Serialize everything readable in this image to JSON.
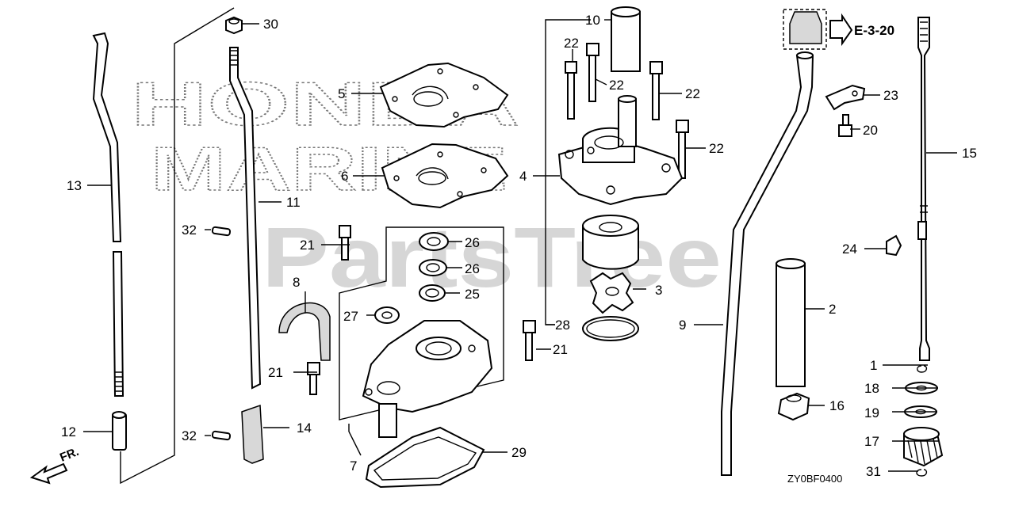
{
  "watermark": {
    "brand_line1": "HONDA",
    "brand_line2": "MARINE",
    "site": "PartsTree"
  },
  "callouts": [
    {
      "id": "c1",
      "label": "1"
    },
    {
      "id": "c2",
      "label": "2"
    },
    {
      "id": "c3",
      "label": "3"
    },
    {
      "id": "c4",
      "label": "4"
    },
    {
      "id": "c5",
      "label": "5"
    },
    {
      "id": "c6",
      "label": "6"
    },
    {
      "id": "c7",
      "label": "7"
    },
    {
      "id": "c8",
      "label": "8"
    },
    {
      "id": "c9",
      "label": "9"
    },
    {
      "id": "c10",
      "label": "10"
    },
    {
      "id": "c11",
      "label": "11"
    },
    {
      "id": "c12",
      "label": "12"
    },
    {
      "id": "c13",
      "label": "13"
    },
    {
      "id": "c14",
      "label": "14"
    },
    {
      "id": "c15",
      "label": "15"
    },
    {
      "id": "c16",
      "label": "16"
    },
    {
      "id": "c17",
      "label": "17"
    },
    {
      "id": "c18",
      "label": "18"
    },
    {
      "id": "c19",
      "label": "19"
    },
    {
      "id": "c20",
      "label": "20"
    },
    {
      "id": "c21a",
      "label": "21"
    },
    {
      "id": "c21b",
      "label": "21"
    },
    {
      "id": "c21c",
      "label": "21"
    },
    {
      "id": "c22a",
      "label": "22"
    },
    {
      "id": "c22b",
      "label": "22"
    },
    {
      "id": "c22c",
      "label": "22"
    },
    {
      "id": "c22d",
      "label": "22"
    },
    {
      "id": "c23",
      "label": "23"
    },
    {
      "id": "c24",
      "label": "24"
    },
    {
      "id": "c25",
      "label": "25"
    },
    {
      "id": "c26a",
      "label": "26"
    },
    {
      "id": "c26b",
      "label": "26"
    },
    {
      "id": "c27",
      "label": "27"
    },
    {
      "id": "c28",
      "label": "28"
    },
    {
      "id": "c29",
      "label": "29"
    },
    {
      "id": "c30",
      "label": "30"
    },
    {
      "id": "c31",
      "label": "31"
    },
    {
      "id": "c32a",
      "label": "32"
    },
    {
      "id": "c32b",
      "label": "32"
    }
  ],
  "reference": {
    "label": "E-3-20"
  },
  "direction": {
    "label": "FR."
  },
  "diagram_code": "ZY0BF0400"
}
